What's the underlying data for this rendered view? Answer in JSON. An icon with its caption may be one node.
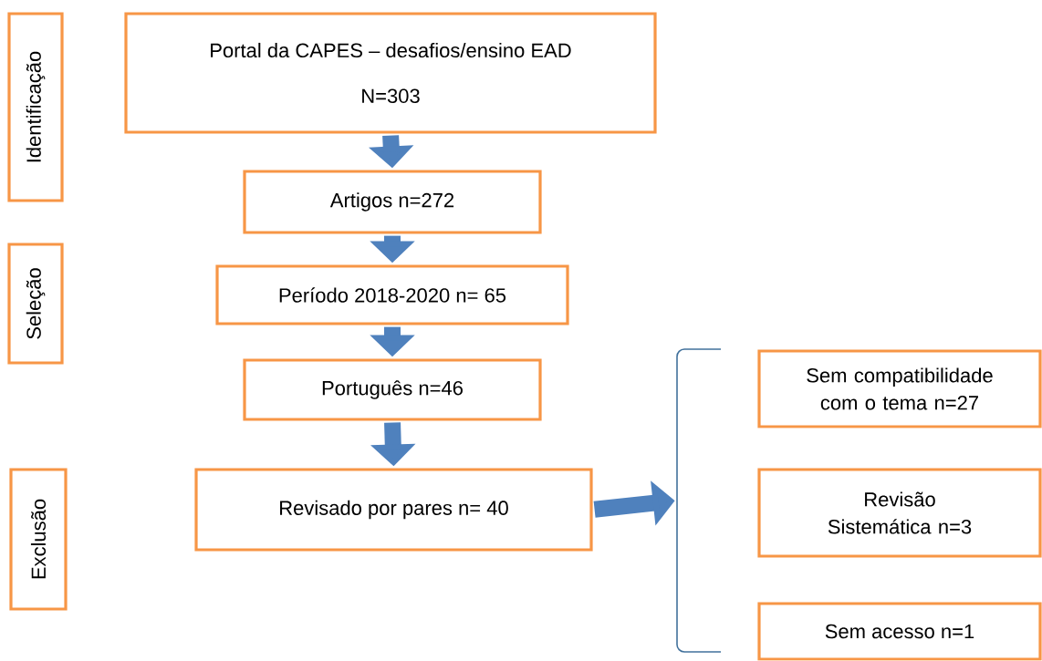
{
  "diagram": {
    "nodes": [
      {
        "text": [
          "Identificação"
        ]
      },
      {
        "text": [
          "Portal da CAPES – desafios/ensino EAD",
          "N=303"
        ]
      },
      {
        "text": [
          "Artigos n=272"
        ]
      },
      {
        "text": [
          "Seleção"
        ]
      },
      {
        "text": [
          "Período 2018-2020 n= 65"
        ]
      },
      {
        "text": [
          "Português n=46"
        ]
      },
      {
        "text": [
          "Exclusão"
        ]
      },
      {
        "text": [
          "Revisado por pares n= 40"
        ]
      },
      {
        "text": [],
        "shape": "bracket"
      },
      {
        "text": [
          "Sem compatibilidade com o tema n=27"
        ]
      },
      {
        "text": [
          "Revisão Sistemática n=3"
        ]
      },
      {
        "text": [
          "Sem acesso n=1"
        ]
      }
    ],
    "edges": [
      {
        "from": 1,
        "to": 2,
        "arrow": "to"
      },
      {
        "from": 2,
        "to": 4,
        "arrow": "to"
      },
      {
        "from": 4,
        "to": 5,
        "arrow": "to"
      },
      {
        "from": 5,
        "to": 7,
        "arrow": "to"
      },
      {
        "from": 7,
        "to": 8,
        "arrow": "to"
      }
    ]
  }
}
